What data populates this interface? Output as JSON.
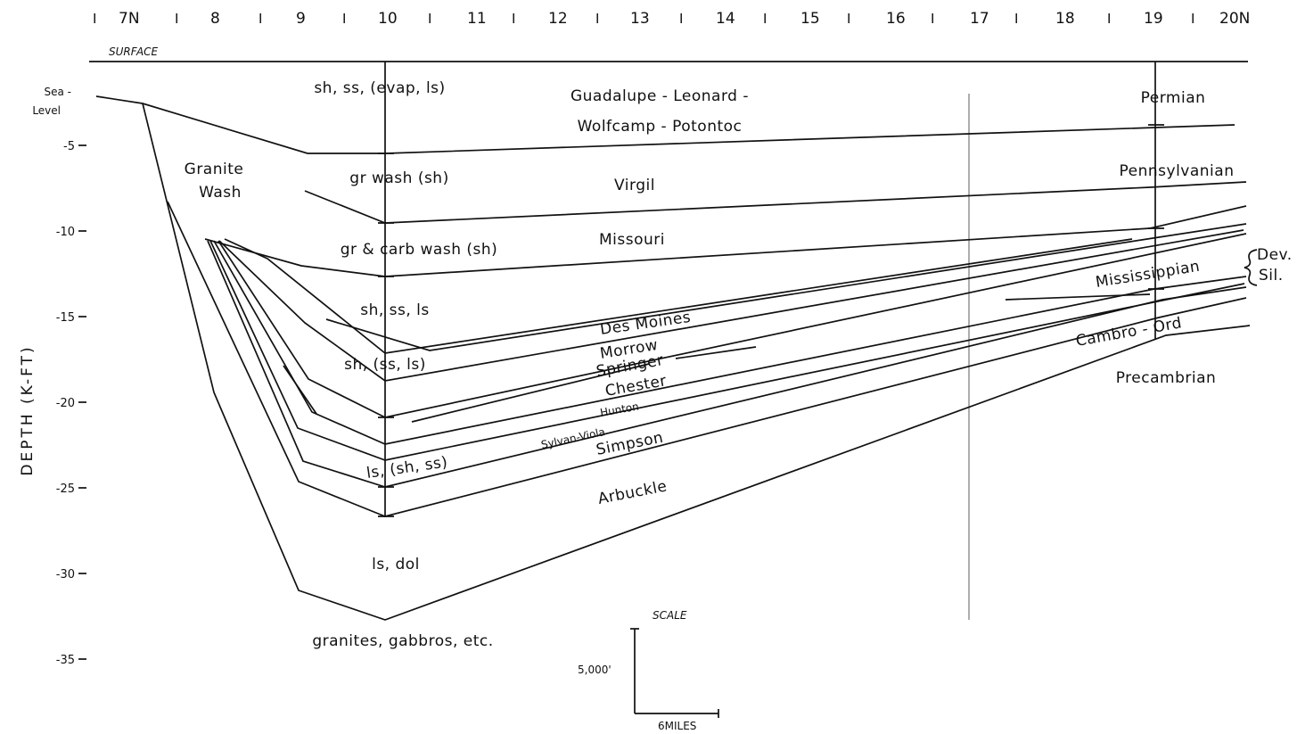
{
  "townships": [
    "7N",
    "8",
    "9",
    "10",
    "11",
    "12",
    "13",
    "14",
    "15",
    "16",
    "17",
    "18",
    "19",
    "20N"
  ],
  "tick_separator": "I",
  "surface_label": "SURFACE",
  "sea_level_label": [
    "Sea -",
    "Level"
  ],
  "y_axis": {
    "label": "DEPTH (K-FT)",
    "ticks": [
      "-5",
      "-10",
      "-15",
      "-20",
      "-25",
      "-30",
      "-35"
    ]
  },
  "lithology_labels": {
    "top": "sh, ss, (evap, ls)",
    "gr_wash": "gr wash (sh)",
    "gr_carb_wash": "gr & carb wash (sh)",
    "sh_ss_ls": "sh, ss, ls",
    "sh_ss_ls2": "sh,  (ss, ls)",
    "ls_sh_ss": "ls, (sh, ss)",
    "ls_dol": "ls, dol",
    "granites": "granites, gabbros, etc.",
    "granite_wash": [
      "Granite",
      "Wash"
    ]
  },
  "formation_labels": {
    "guadalupe": "Guadalupe - Leonard -",
    "wolfcamp": "Wolfcamp - Potontoc",
    "virgil": "Virgil",
    "missouri": "Missouri",
    "des_moines": "Des Moines",
    "morrow": "Morrow",
    "springer": "Springer",
    "chester": "Chester",
    "hunton": "Hunton",
    "sylvan_viola": "Sylvan-Viola",
    "simpson": "Simpson",
    "arbuckle": "Arbuckle"
  },
  "system_labels": {
    "permian": "Permian",
    "pennsylvanian": "Pennsylvanian",
    "mississippian": "Mississippian",
    "dev": "Dev.",
    "sil": "Sil.",
    "cambro_ord": "Cambro - Ord",
    "precambrian": "Precambrian"
  },
  "scale": {
    "title": "SCALE",
    "vertical": "5,000'",
    "horizontal": "6MILES"
  }
}
